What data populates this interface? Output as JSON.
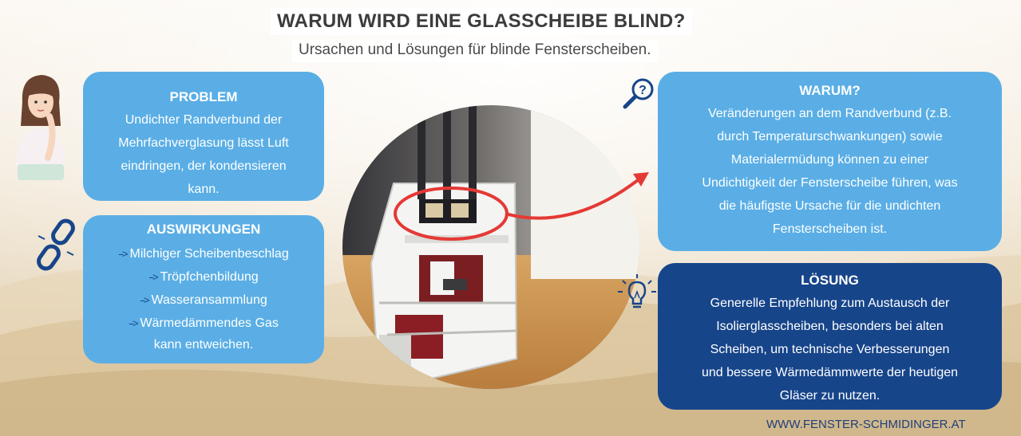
{
  "header": {
    "title": "WARUM WIRD EINE GLASSCHEIBE BLIND?",
    "subtitle": "Ursachen und Lösungen für blinde Fensterscheiben."
  },
  "problem": {
    "heading": "PROBLEM",
    "lines": [
      "Undichter Randverbund der",
      "Mehrfachverglasung lässt Luft",
      "eindringen, der kondensieren",
      "kann."
    ]
  },
  "effects": {
    "heading": "AUSWIRKUNGEN",
    "items": [
      "Milchiger Scheibenbeschlag",
      "Tröpfchenbildung",
      "Wasseransammlung",
      "Wärmedämmendes Gas"
    ],
    "last_item_continuation": "kann entweichen."
  },
  "why": {
    "heading": "WARUM?",
    "lines": [
      "Veränderungen an dem Randverbund (z.B.",
      "durch Temperaturschwankungen) sowie",
      "Materialermüdung können zu einer",
      "Undichtigkeit der Fensterscheibe führen, was",
      "die häufigste Ursache für die undichten",
      "Fensterscheiben ist."
    ]
  },
  "solution": {
    "heading": "LÖSUNG",
    "lines": [
      "Generelle Empfehlung zum Austausch der",
      "Isolierglasscheiben, besonders bei alten",
      "Scheiben, um technische Verbesserungen",
      "und bessere Wärmedämmwerte der heutigen",
      "Gläser zu nutzen."
    ]
  },
  "footer": {
    "url": "WWW.FENSTER-SCHMIDINGER.AT"
  },
  "icons": {
    "person": "thinking-woman-icon",
    "chain": "broken-chain-icon",
    "magnifier": "magnifier-question-icon",
    "bulb": "lightbulb-icon"
  },
  "colors": {
    "card_light": "#5aaee5",
    "card_dark": "#17458a",
    "highlight": "#e53935",
    "icon_navy": "#17458a"
  }
}
